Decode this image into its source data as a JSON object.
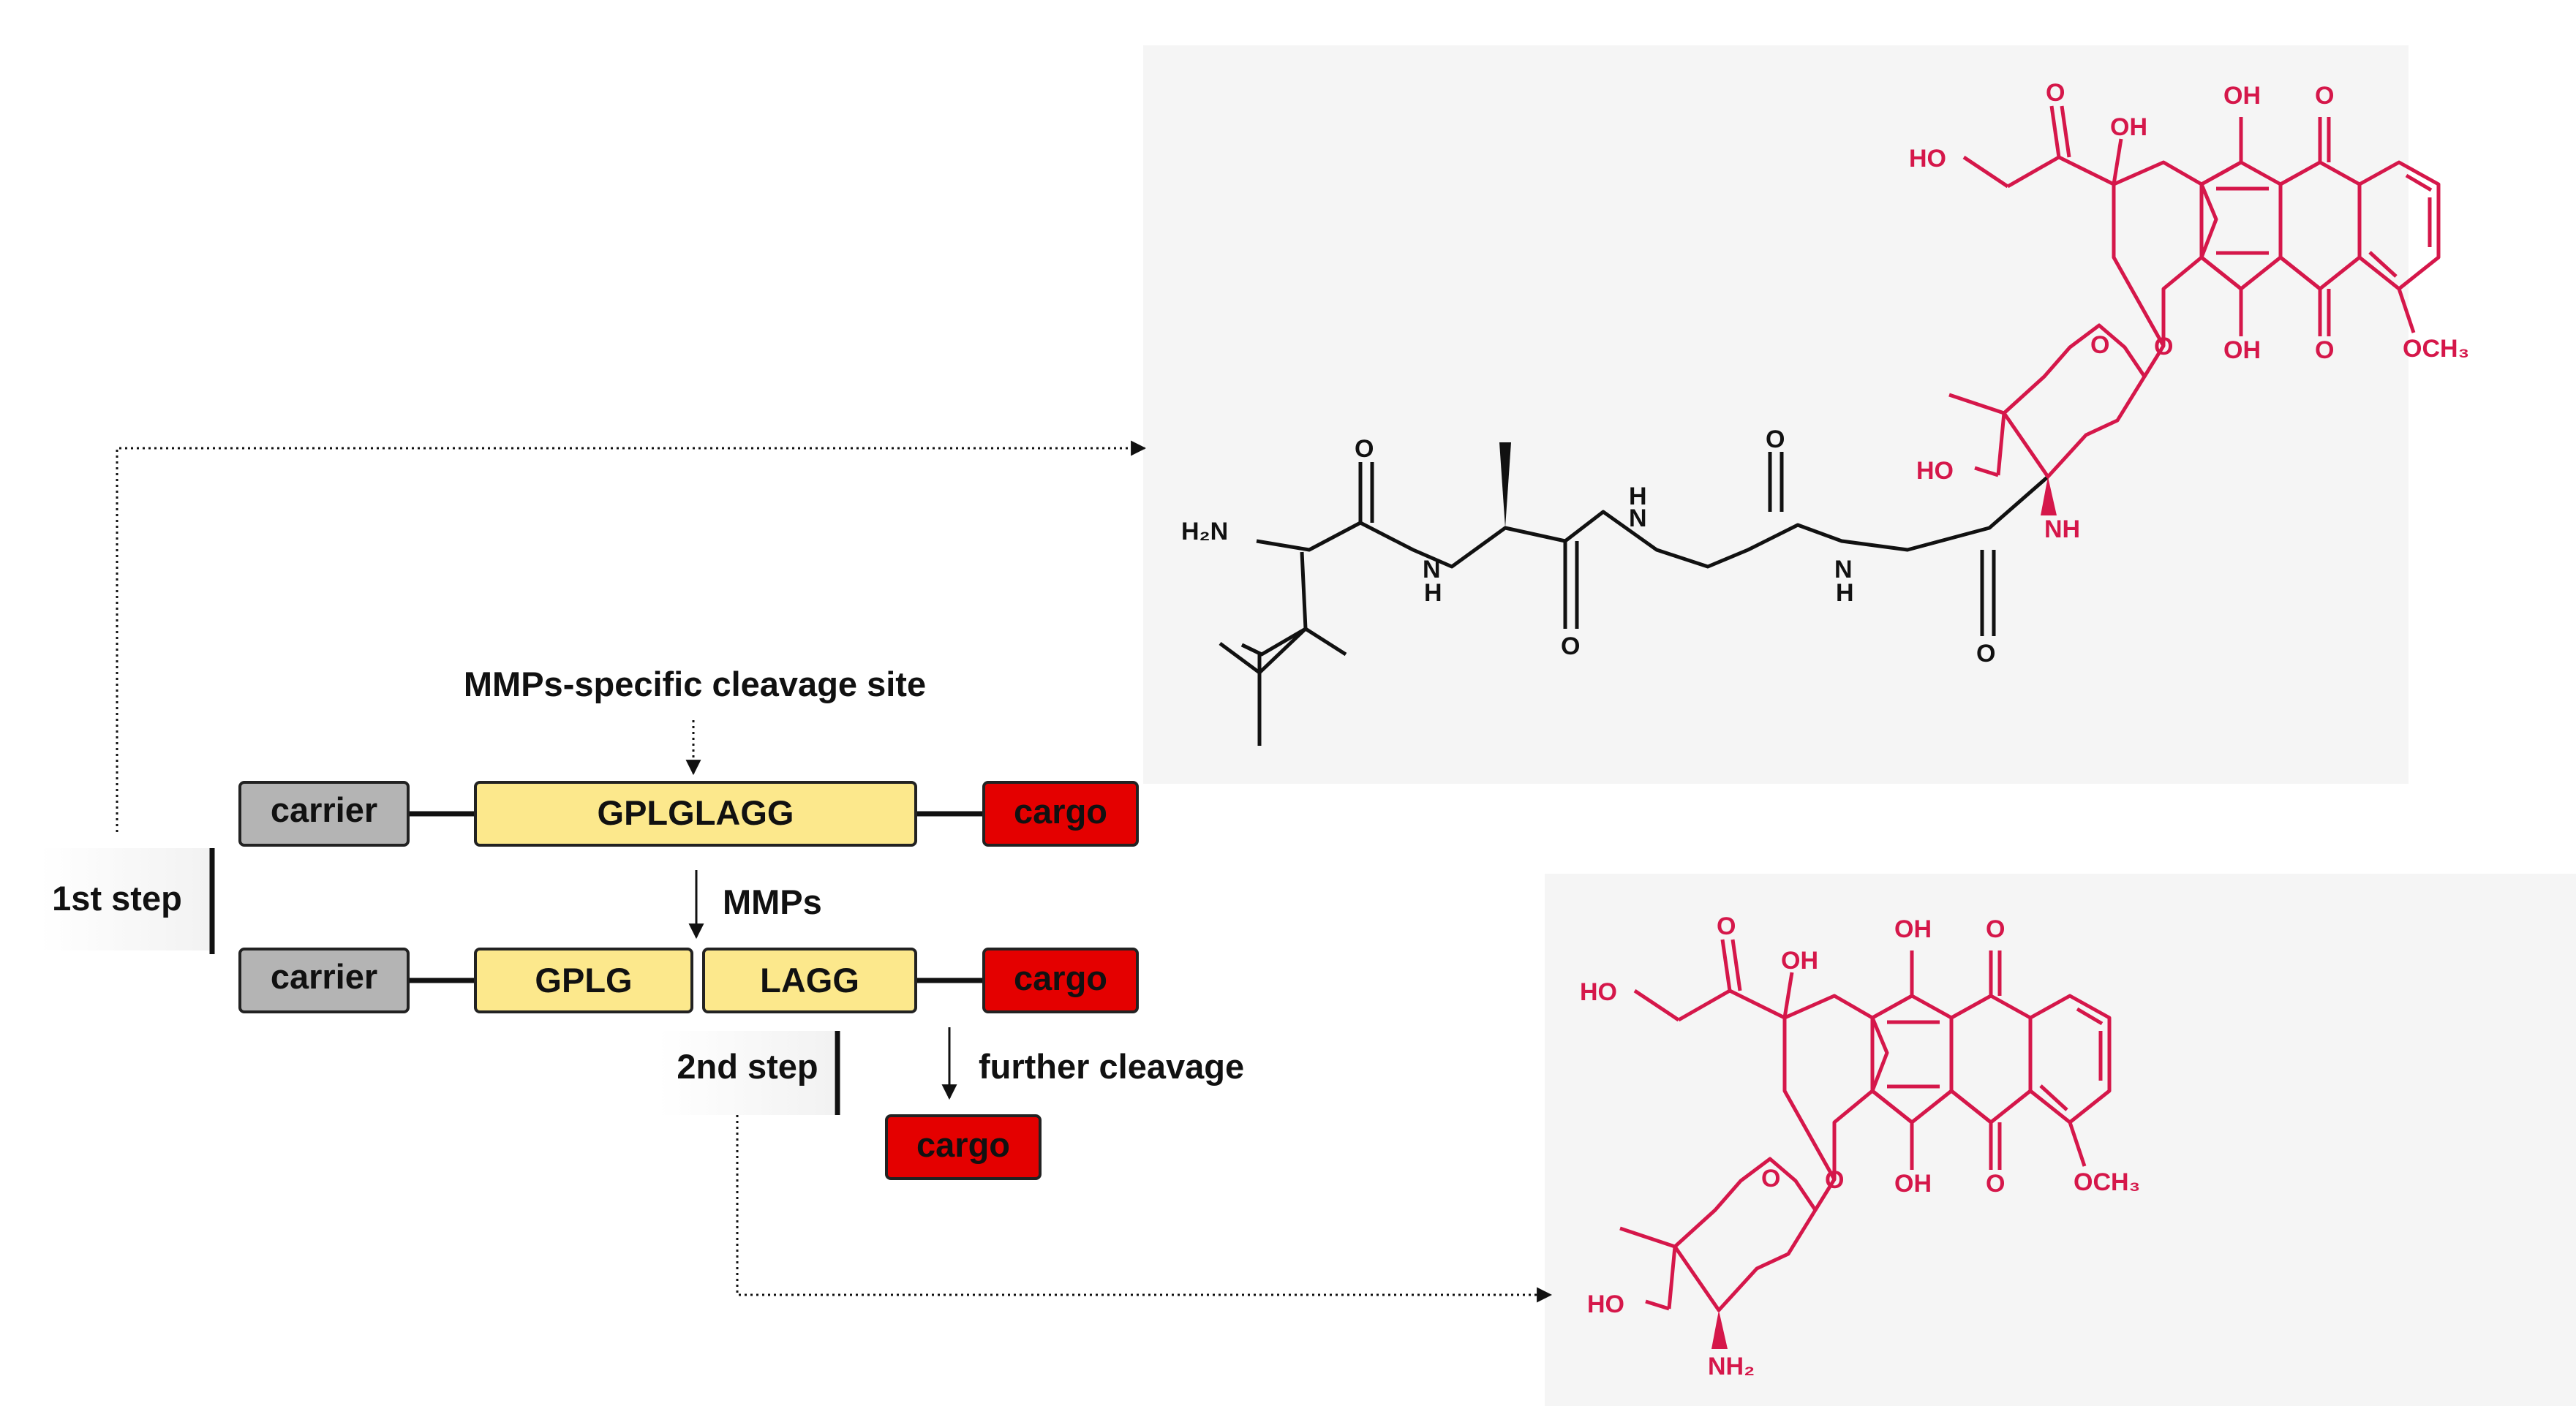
{
  "scheme": {
    "cleavage_site_label": "MMPs-specific cleavage site",
    "carrier": "carrier",
    "cargo": "cargo",
    "peptide": "GPLGLAGG",
    "fragment1": "GPLG",
    "fragment2": "LAGG",
    "enzyme": "MMPs",
    "further": "further cleavage",
    "step1": "1st step",
    "step2": "2nd step"
  },
  "molecules": {
    "conjugate": {
      "h2n": "H₂N",
      "nh": "N",
      "h": "H",
      "o": "O",
      "ho": "HO",
      "oh": "OH",
      "ho_sugar": "HO",
      "nh_sugar": "NH",
      "och3": "OCH₃"
    },
    "doxorubicin": {
      "o": "O",
      "ho": "HO",
      "oh": "OH",
      "nh2": "NH₂",
      "och3": "OCH₃"
    }
  },
  "colors": {
    "carrier": "#b4b4b4",
    "peptide": "#fce88c",
    "cargo": "#e40000",
    "drug": "#d5174a",
    "linker": "#111111",
    "panel": "#f5f5f5"
  }
}
